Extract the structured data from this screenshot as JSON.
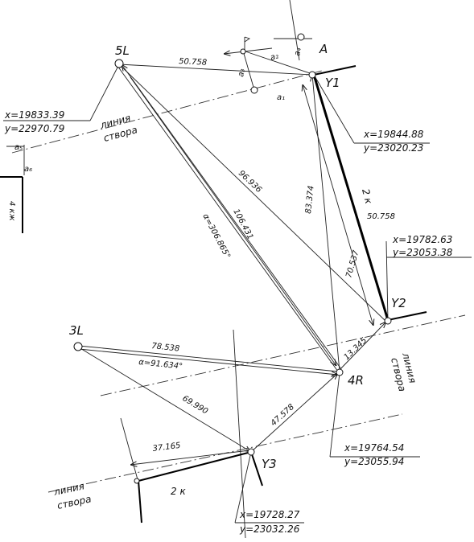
{
  "points": {
    "p5L": {
      "name": "5L",
      "x": "x=19833.39",
      "y": "y=22970.79"
    },
    "Y1": {
      "name": "Y1",
      "x": "x=19844.88",
      "y": "y=23020.23"
    },
    "Y2": {
      "name": "Y2",
      "x": "x=19782.63",
      "y": "y=23053.38"
    },
    "p4R": {
      "name": "4R",
      "x": "x=19764.54",
      "y": "y=23055.94"
    },
    "Y3": {
      "name": "Y3",
      "x": "x=19728.27",
      "y": "y=23032.26"
    },
    "p3L": {
      "name": "3L"
    },
    "A": {
      "name": "A"
    }
  },
  "distances": {
    "d5L_Y1": "50.758",
    "d5L_Y2": "96.936",
    "d5L_4R": "106.431",
    "dY1_4R": "83.374",
    "dY1_Y2_in": "70.537",
    "dY1_Y2": "50.758",
    "dY2_4R": "13.345",
    "d3L_4R": "78.538",
    "d3L_Y3": "69.990",
    "d4R_Y3": "47.578",
    "dY3_left": "37.165"
  },
  "angles": {
    "a5L": "α=306.865°",
    "a3L": "α=91.634°"
  },
  "aux": {
    "a1": "a₁",
    "a2": "a₂",
    "a3": "a₃",
    "a4": "a₄",
    "a5": "a₅",
    "a6": "a₆"
  },
  "labels": {
    "liniya": "линия",
    "stvora": "створа",
    "k2": "2 к",
    "k4": "4 кж"
  }
}
